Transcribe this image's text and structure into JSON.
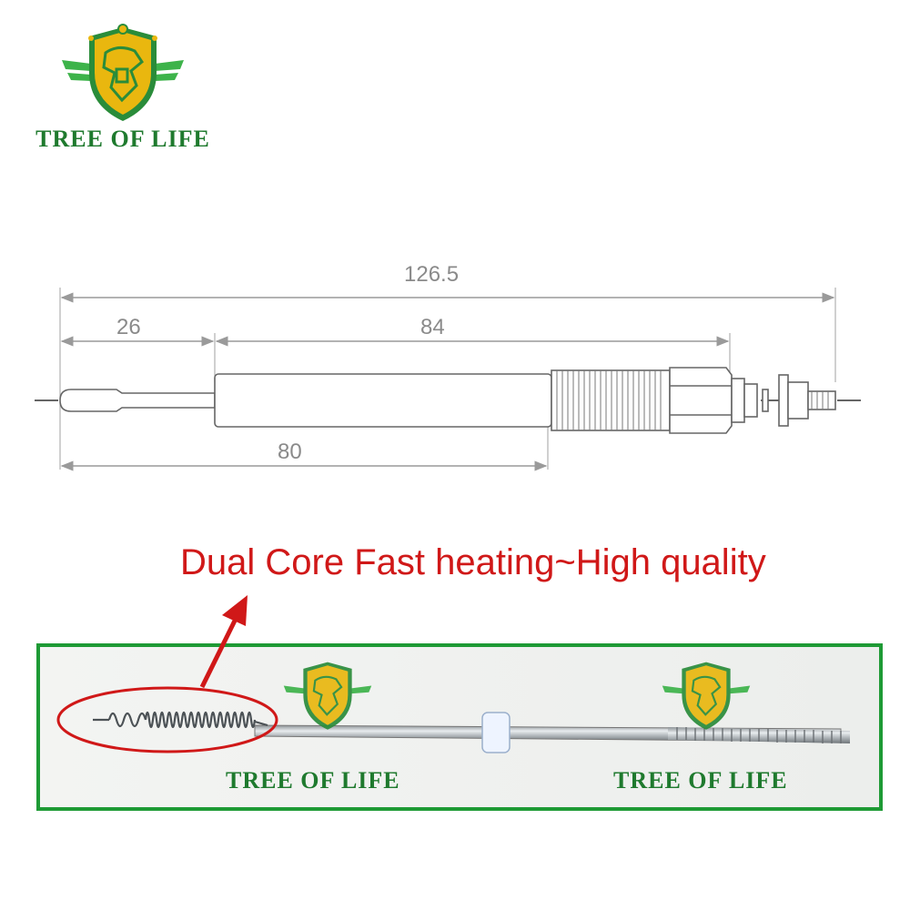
{
  "brand": {
    "name": "TREE OF LIFE",
    "colors": {
      "green": "#1f7a2e",
      "gold": "#e9b70f",
      "leaf": "#3db34a"
    }
  },
  "diagram": {
    "overall_length": "126.5",
    "tip_length": "26",
    "body_length": "84",
    "shank_length": "80"
  },
  "headline": "Dual Core Fast heating~High quality",
  "accent_color": "#d01818",
  "photo": {
    "frame_color": "#1e9a35",
    "watermark_left": "TREE OF LIFE",
    "watermark_right": "TREE OF LIFE"
  }
}
